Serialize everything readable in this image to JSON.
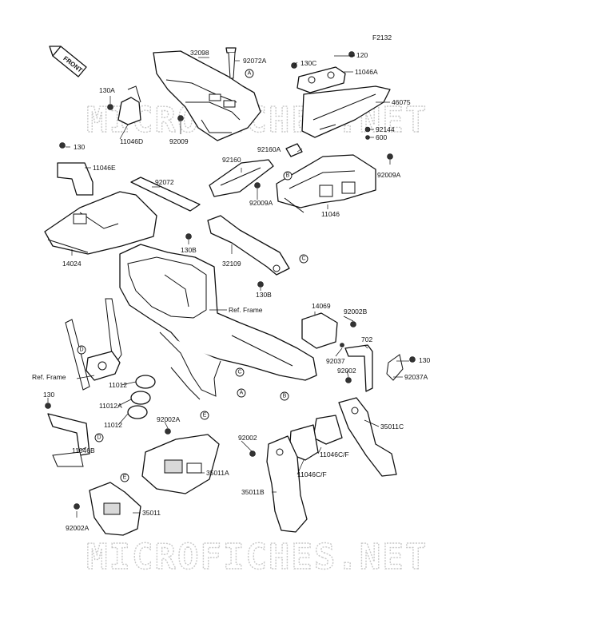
{
  "figure_code": "F2132",
  "front_label": "FRONT",
  "watermark": "MICROFICHES.NET",
  "parts": [
    "32098",
    "92072A",
    "130C",
    "120",
    "11046A",
    "46075",
    "130A",
    "11046D",
    "92009",
    "92144",
    "600",
    "130",
    "11046E",
    "92160A",
    "92160",
    "92009A",
    "92072",
    "11046",
    "92009A",
    "14024",
    "130B",
    "32109",
    "130B",
    "Ref. Frame",
    "14069",
    "92002B",
    "702",
    "130",
    "92037",
    "92002",
    "92037A",
    "Ref. Frame",
    "11012",
    "11012A",
    "11012",
    "130",
    "92002A",
    "11046B",
    "92002",
    "11046C/F",
    "35011C",
    "11046C/F",
    "35011A",
    "35011B",
    "35011",
    "92002A"
  ],
  "refs": [
    "A",
    "B",
    "C",
    "D",
    "E"
  ]
}
